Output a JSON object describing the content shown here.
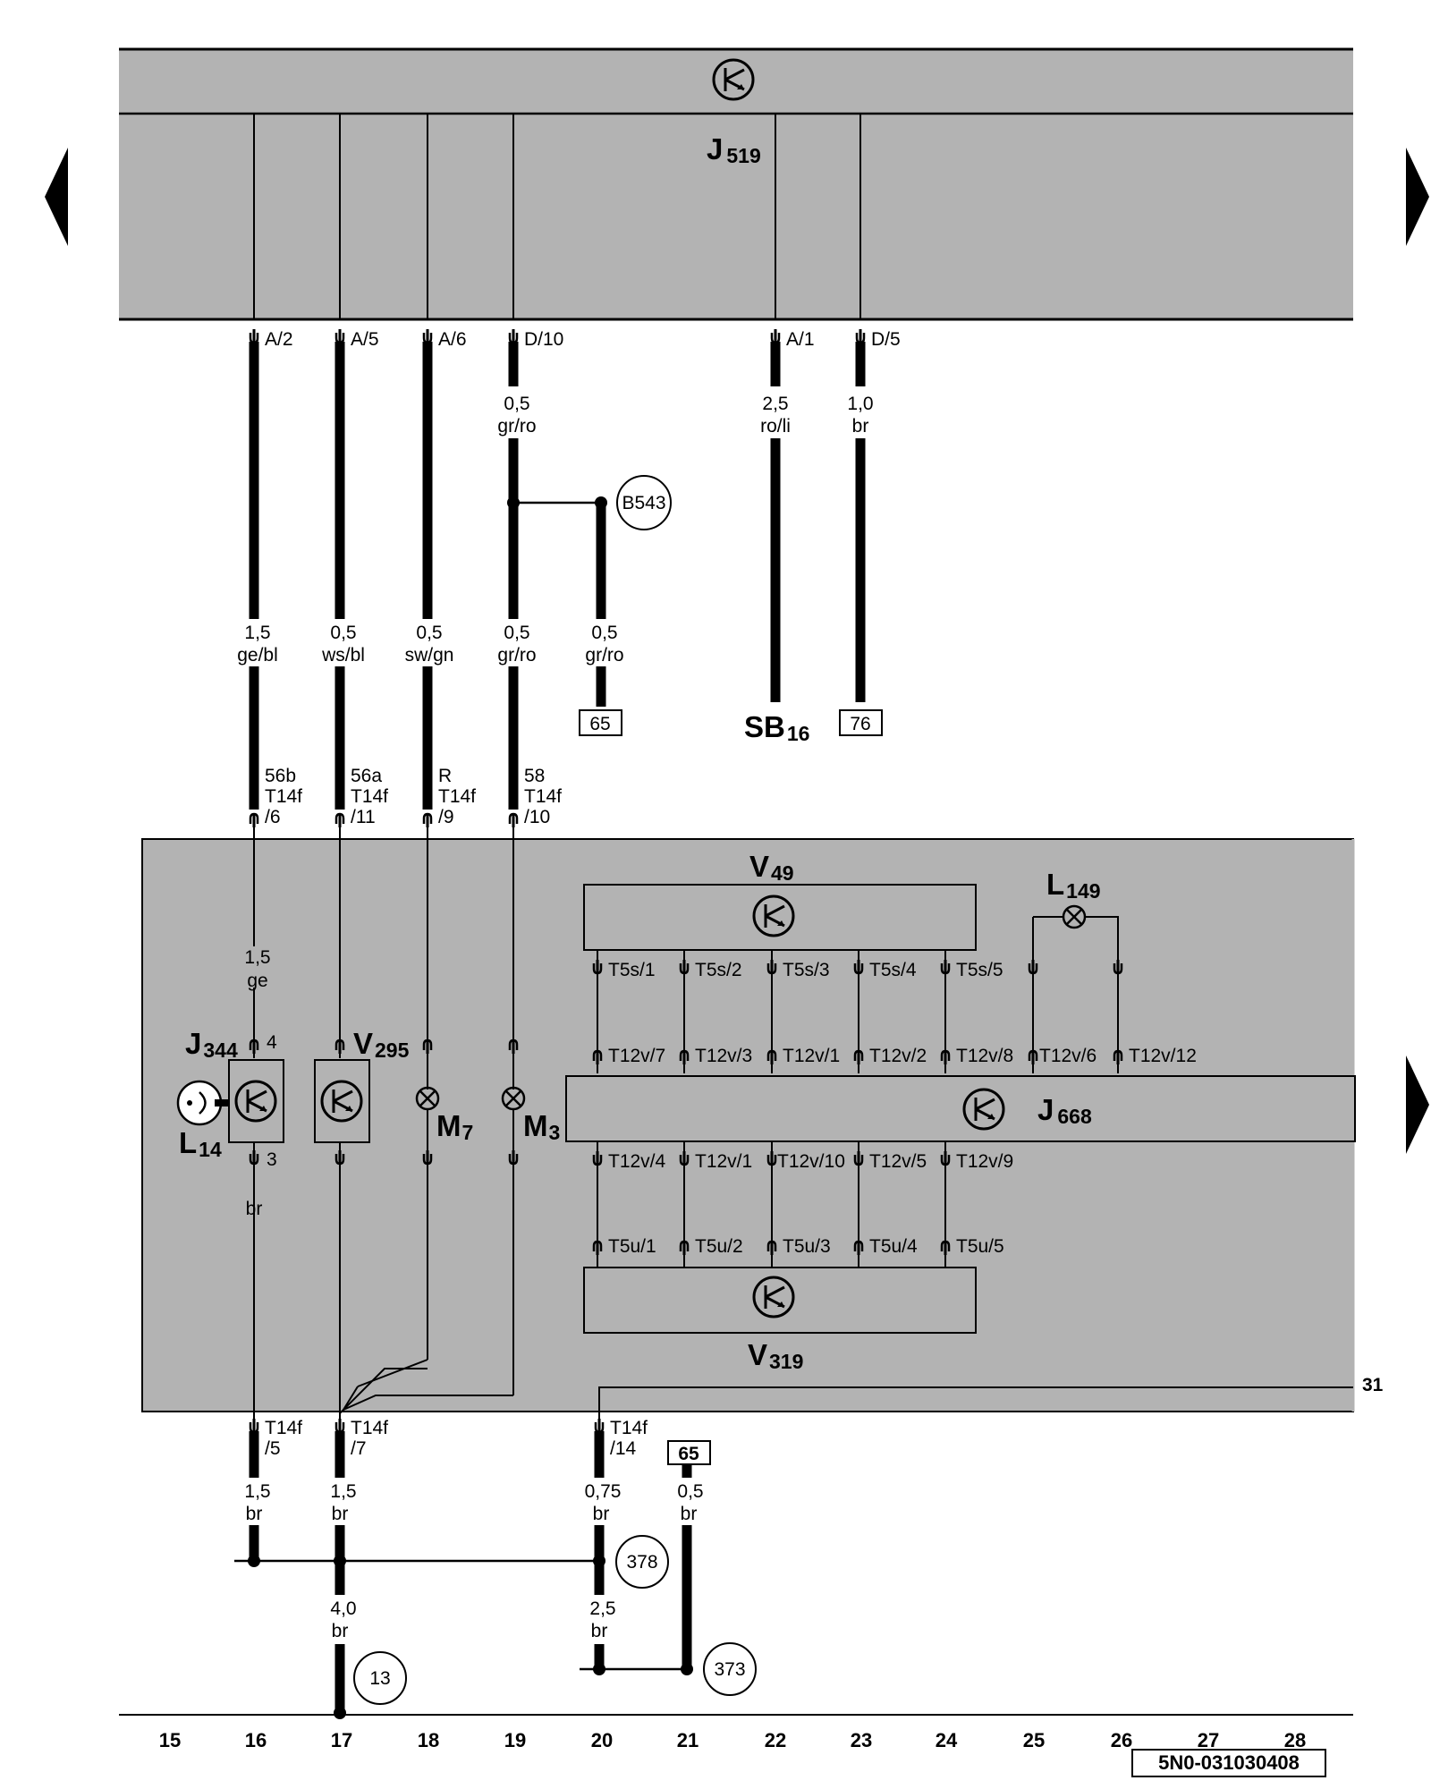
{
  "nav": {
    "prev": "previous-page",
    "next_top": "next-page",
    "next_bottom": "next-page"
  },
  "components": {
    "j519": {
      "main": "J",
      "sub": "519"
    },
    "j668": {
      "main": "J",
      "sub": "668"
    },
    "j344": {
      "main": "J",
      "sub": "344",
      "pin_top": "4",
      "pin_bottom": "3"
    },
    "l14": {
      "main": "L",
      "sub": "14"
    },
    "v295": {
      "main": "V",
      "sub": "295"
    },
    "m7": {
      "main": "M",
      "sub": "7"
    },
    "m3": {
      "main": "M",
      "sub": "3"
    },
    "v49": {
      "main": "V",
      "sub": "49"
    },
    "l149": {
      "main": "L",
      "sub": "149"
    },
    "v319": {
      "main": "V",
      "sub": "319"
    },
    "sb16": {
      "main": "SB",
      "sub": "16"
    }
  },
  "connector_pins": {
    "j519": [
      "A/2",
      "A/5",
      "A/6",
      "D/10",
      "A/1",
      "D/5"
    ],
    "t14f_top": [
      [
        "56b",
        "T14f",
        "/6"
      ],
      [
        "56a",
        "T14f",
        "/11"
      ],
      [
        "R",
        "T14f",
        "/9"
      ],
      [
        "58",
        "T14f",
        "/10"
      ]
    ],
    "t14f_bottom": [
      [
        "T14f",
        "/5"
      ],
      [
        "T14f",
        "/7"
      ],
      [
        "T14f",
        "/14"
      ]
    ],
    "t5s": [
      "T5s/1",
      "T5s/2",
      "T5s/3",
      "T5s/4",
      "T5s/5"
    ],
    "t12v_top": [
      "T12v/7",
      "T12v/3",
      "T12v/1",
      "T12v/2",
      "T12v/8",
      "T12v/6",
      "T12v/12"
    ],
    "t12v_bottom": [
      "T12v/4",
      "T12v/1",
      "T12v/10",
      "T12v/5",
      "T12v/9"
    ],
    "t5u": [
      "T5u/1",
      "T5u/2",
      "T5u/3",
      "T5u/4",
      "T5u/5"
    ]
  },
  "wires": {
    "w1": [
      "0,5",
      "gr/ro"
    ],
    "w2": [
      "2,5",
      "ro/li"
    ],
    "w3": [
      "1,0",
      "br"
    ],
    "w4": [
      "1,5",
      "ge/bl"
    ],
    "w5": [
      "0,5",
      "ws/bl"
    ],
    "w6": [
      "0,5",
      "sw/gn"
    ],
    "w7": [
      "0,5",
      "gr/ro"
    ],
    "w8": [
      "0,5",
      "gr/ro"
    ],
    "w9": [
      "1,5",
      "ge"
    ],
    "w10": [
      "br"
    ],
    "w11": [
      "1,5",
      "br"
    ],
    "w12": [
      "1,5",
      "br"
    ],
    "w13": [
      "0,75",
      "br"
    ],
    "w14": [
      "0,5",
      "br"
    ],
    "w15": [
      "4,0",
      "br"
    ],
    "w16": [
      "2,5",
      "br"
    ]
  },
  "refs": {
    "b543": "B543",
    "r378": "378",
    "r373": "373",
    "r13": "13",
    "box65a": "65",
    "box76": "76",
    "box65b": "65",
    "ground31": "31"
  },
  "columns": [
    "15",
    "16",
    "17",
    "18",
    "19",
    "20",
    "21",
    "22",
    "23",
    "24",
    "25",
    "26",
    "27",
    "28"
  ],
  "document_id": "5N0-031030408"
}
